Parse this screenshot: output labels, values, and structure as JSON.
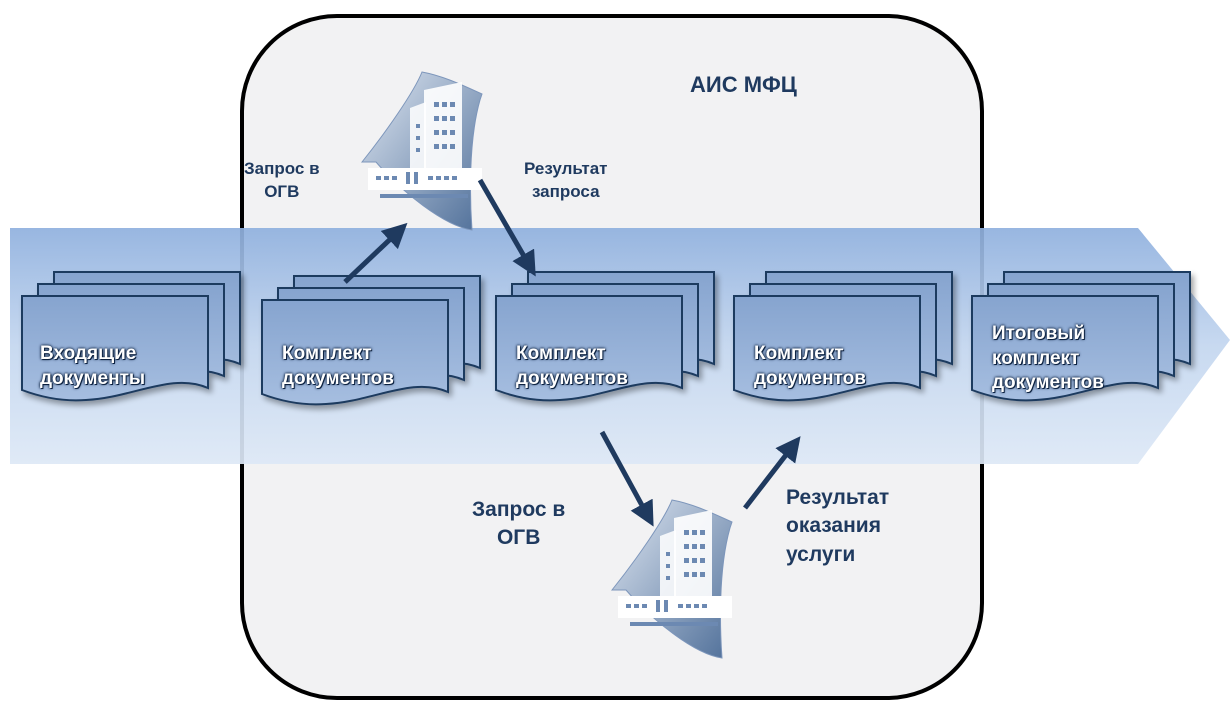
{
  "system": {
    "title": "АИС МФЦ"
  },
  "flow": {
    "documents": [
      {
        "lines": [
          "Входящие",
          "документы"
        ]
      },
      {
        "lines": [
          "Комплект",
          "документов"
        ]
      },
      {
        "lines": [
          "Комплект",
          "документов"
        ]
      },
      {
        "lines": [
          "Комплект",
          "документов"
        ]
      },
      {
        "lines": [
          "Итоговый",
          "комплект",
          "документов"
        ]
      }
    ]
  },
  "upper_exchange": {
    "request": {
      "lines": [
        "Запрос в",
        "ОГВ"
      ]
    },
    "result": {
      "lines": [
        "Результат",
        "запроса"
      ]
    }
  },
  "lower_exchange": {
    "request": {
      "lines": [
        "Запрос в",
        "ОГВ"
      ]
    },
    "result": {
      "lines": [
        "Результат",
        "оказания",
        "услуги"
      ]
    }
  },
  "icons": {
    "agency": "government-building-icon"
  },
  "colors": {
    "arrow_band": "#a9c4e8",
    "document_fill": "#9ab4d8",
    "document_stroke": "#1f3a5f",
    "label_text": "#1f3a5f",
    "connector_arrow": "#1f3a5f",
    "system_box_fill": "#f2f2f3"
  }
}
